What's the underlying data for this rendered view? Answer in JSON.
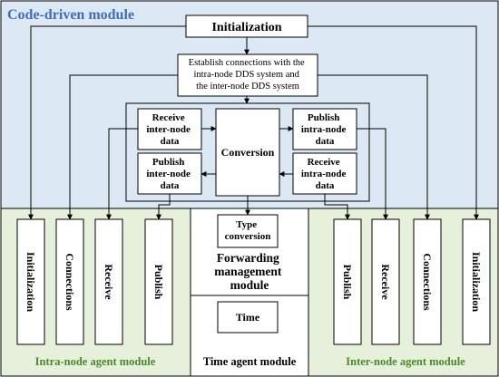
{
  "colors": {
    "code_bg": "#dce8f4",
    "agent_bg": "#e6f0da",
    "title_blue": "#3f6fb5",
    "green_text": "#4a8a2a",
    "stroke": "#000000"
  },
  "code_module": {
    "title": "Code-driven module",
    "initialization": "Initialization",
    "establish": [
      "Establish connections with the",
      "intra-node DDS system and",
      "the inter-node DDS system"
    ],
    "receive_inter": [
      "Receive",
      "inter-node",
      "data"
    ],
    "publish_inter": [
      "Publish",
      "inter-node",
      "data"
    ],
    "conversion": "Conversion",
    "publish_intra": [
      "Publish",
      "intra-node",
      "data"
    ],
    "receive_intra": [
      "Receive",
      "intra-node",
      "data"
    ]
  },
  "intra_agent": {
    "title": "Intra-node agent module",
    "items": [
      "Initialization",
      "Connections",
      "Receive",
      "Publish"
    ]
  },
  "forwarding": {
    "type_conversion": [
      "Type",
      "conversion"
    ],
    "title": [
      "Forwarding",
      "management",
      "module"
    ]
  },
  "time_agent": {
    "time": "Time",
    "title": "Time agent module"
  },
  "inter_agent": {
    "title": "Inter-node agent module",
    "items": [
      "Publish",
      "Receive",
      "Connections",
      "Initialization"
    ]
  }
}
